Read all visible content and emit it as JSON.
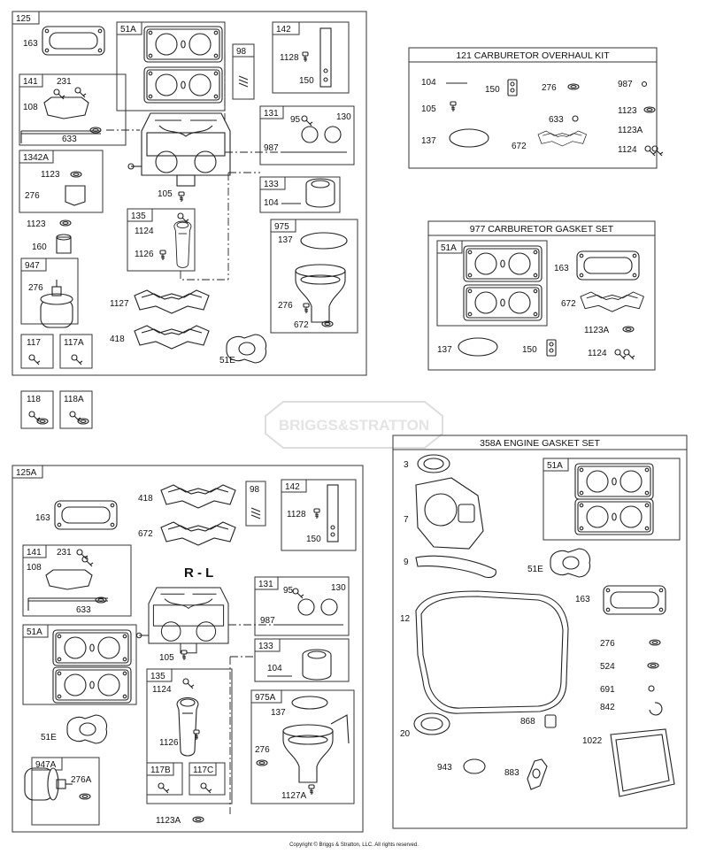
{
  "copyright": "Copyright © Briggs & Stratton, LLC. All rights reserved.",
  "watermark": "BRIGGS&STRATTON",
  "kit121": {
    "title": "121 CARBURETOR OVERHAUL KIT",
    "labels": [
      "104",
      "105",
      "137",
      "150",
      "276",
      "633",
      "672",
      "987",
      "1123",
      "1123A",
      "1124"
    ]
  },
  "set977": {
    "title": "977 CARBURETOR GASKET SET",
    "labels": [
      "51A",
      "163",
      "672",
      "1123A",
      "137",
      "150",
      "1124"
    ]
  },
  "set358": {
    "title": "358A ENGINE GASKET SET",
    "labels": [
      "3",
      "51A",
      "7",
      "9",
      "51E",
      "163",
      "12",
      "276",
      "524",
      "691",
      "842",
      "20",
      "868",
      "1022",
      "943",
      "883"
    ]
  },
  "assy125": {
    "tag": "125",
    "labels": [
      "163",
      "51A",
      "98",
      "142",
      "1128",
      "150",
      "141",
      "231",
      "108",
      "633",
      "131",
      "95",
      "130",
      "987",
      "1342A",
      "1123",
      "276",
      "133",
      "104",
      "105",
      "1123",
      "135",
      "1124",
      "160",
      "1126",
      "975",
      "137",
      "947",
      "276",
      "1127",
      "418",
      "276",
      "672",
      "117",
      "117A",
      "51E"
    ]
  },
  "loose": {
    "labels": [
      "118",
      "118A"
    ]
  },
  "assy125a": {
    "tag": "125A",
    "labels": [
      "418",
      "98",
      "142",
      "163",
      "1128",
      "672",
      "150",
      "141",
      "231",
      "108",
      "R - L",
      "131",
      "95",
      "130",
      "633",
      "987",
      "51A",
      "105",
      "133",
      "104",
      "135",
      "1124",
      "975A",
      "137",
      "51E",
      "276",
      "1126",
      "947A",
      "276A",
      "117B",
      "117C",
      "1127A",
      "1123A"
    ]
  }
}
